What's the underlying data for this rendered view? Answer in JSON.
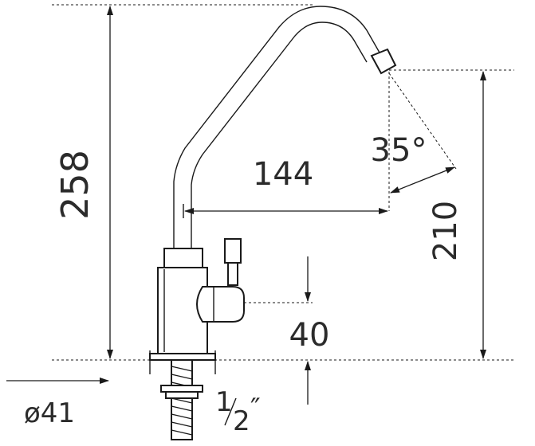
{
  "dimensions": {
    "total_height": "258",
    "reach": "144",
    "angle": "35°",
    "spout_height": "210",
    "base_height": "40",
    "hole_diameter": "ø41",
    "thread_whole": "1",
    "thread_half": "2",
    "thread_mark": "″"
  },
  "colors": {
    "line": "#1a1a1a",
    "text": "#2b2b2b",
    "background": "#ffffff"
  }
}
